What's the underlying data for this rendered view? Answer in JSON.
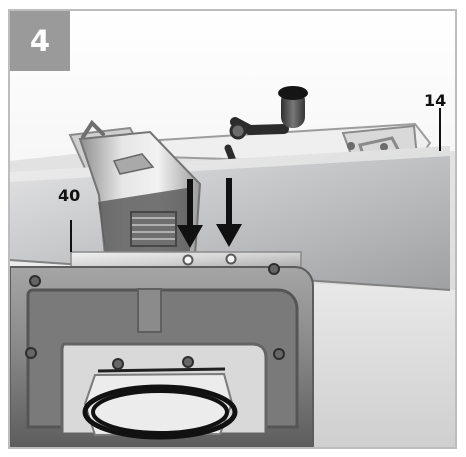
{
  "figure": {
    "step_number": "4",
    "callouts": {
      "table_number": "14",
      "plate_number": "40"
    }
  },
  "colors": {
    "badge_gray": "#9a9a9a",
    "frame_gray": "#bdbdbd",
    "machine_dark_gray": "#7f7f7f",
    "metal_light_gray": "#d8d8d8",
    "table_silver": "#bfc0c2",
    "arrow_black": "#111111"
  },
  "icons": [
    "down-arrow-icon",
    "down-arrow-icon"
  ]
}
